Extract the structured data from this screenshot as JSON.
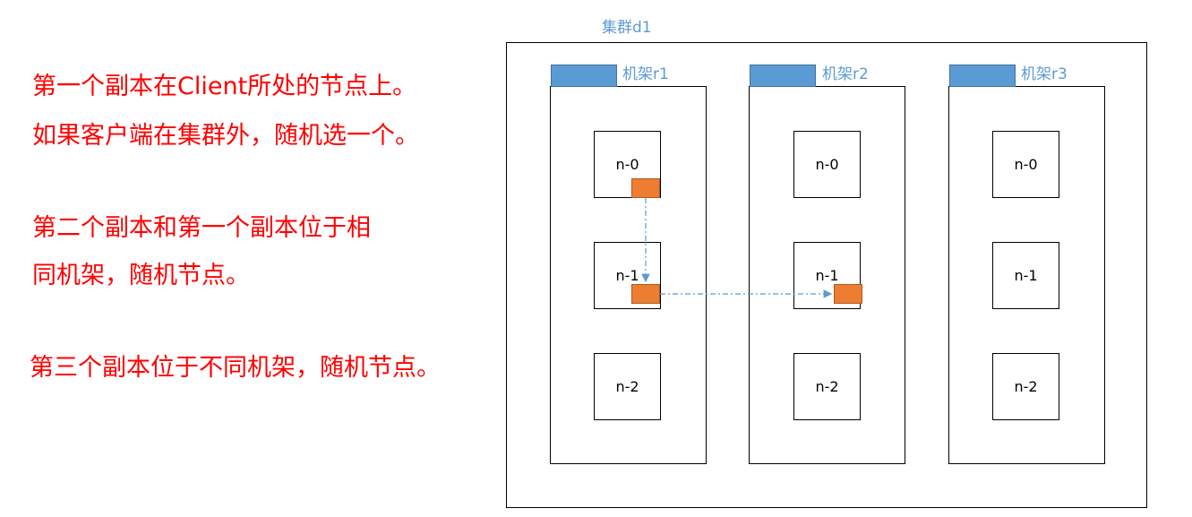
{
  "notes": {
    "line1": "第一个副本在Client所处的节点上。",
    "line2": "如果客户端在集群外，随机选一个。",
    "line3": "第二个副本和第一个副本位于相",
    "line4": "同机架，随机节点。",
    "line5": "第三个副本位于不同机架，随机节点。"
  },
  "cluster": {
    "title": "集群d1",
    "racks": [
      {
        "label": "机架r1",
        "nodes": [
          "n-0",
          "n-1",
          "n-2"
        ]
      },
      {
        "label": "机架r2",
        "nodes": [
          "n-0",
          "n-1",
          "n-2"
        ]
      },
      {
        "label": "机架r3",
        "nodes": [
          "n-0",
          "n-1",
          "n-2"
        ]
      }
    ]
  },
  "colors": {
    "note_text": "#ff0000",
    "rack_tab": "#5b9bd5",
    "replica": "#ed7d31",
    "arrow": "#5b9bd5"
  }
}
